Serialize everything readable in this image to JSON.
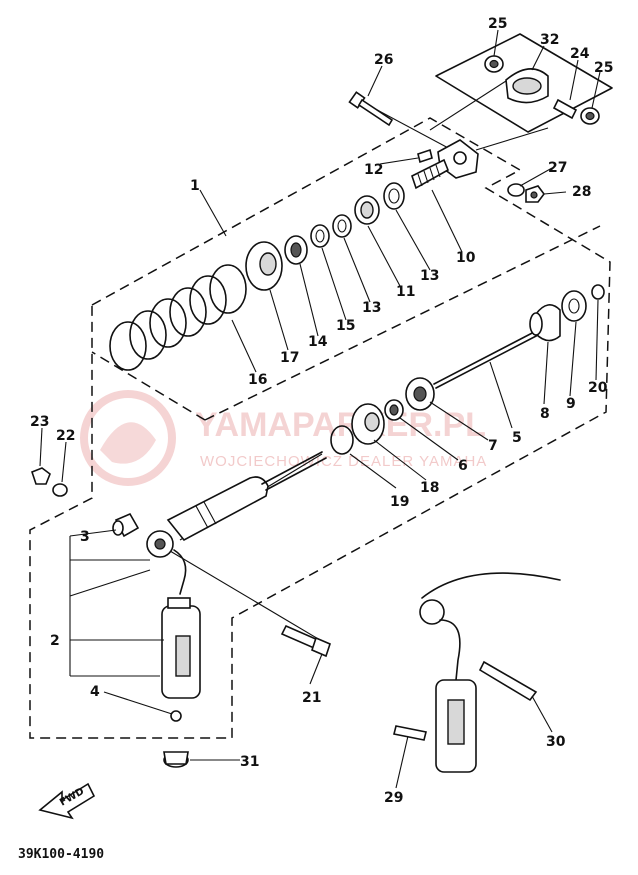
{
  "diagram": {
    "part_numbers": [
      "1",
      "2",
      "3",
      "4",
      "5",
      "6",
      "7",
      "8",
      "9",
      "10",
      "11",
      "12",
      "13",
      "13",
      "14",
      "15",
      "16",
      "17",
      "18",
      "19",
      "20",
      "21",
      "22",
      "23",
      "24",
      "25",
      "25",
      "26",
      "27",
      "28",
      "29",
      "30",
      "31",
      "32"
    ],
    "fwd_label": "FWD",
    "drawing_code": "39K100-4190"
  },
  "watermark": {
    "title": "YAMAPARKER.PL",
    "subtitle": "WOJCIECHOWICZ DEALER YAMAHA"
  }
}
